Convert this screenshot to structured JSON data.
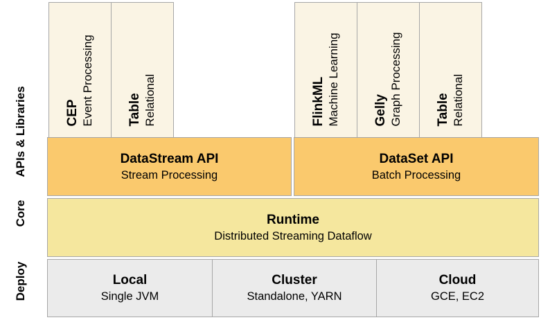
{
  "palette": {
    "column_bg": "#FAF4E4",
    "api_band_bg": "#FAC96D",
    "runtime_bg": "#F5E79E",
    "deploy_bg": "#EBEBEB",
    "border": "#A6A6A6",
    "text": "#000000"
  },
  "side_labels": [
    {
      "label": "APIs & Libraries"
    },
    {
      "label": "Core"
    },
    {
      "label": "Deploy"
    }
  ],
  "library_columns": {
    "stream_group": [
      {
        "name": "CEP",
        "desc": "Event Processing"
      },
      {
        "name": "Table",
        "desc": "Relational"
      }
    ],
    "batch_group": [
      {
        "name": "FlinkML",
        "desc": "Machine Learning"
      },
      {
        "name": "Gelly",
        "desc": "Graph Processing"
      },
      {
        "name": "Table",
        "desc": "Relational"
      }
    ]
  },
  "api_bands": [
    {
      "title": "DataStream API",
      "subtitle": "Stream Processing"
    },
    {
      "title": "DataSet API",
      "subtitle": "Batch Processing"
    }
  ],
  "core_band": {
    "title": "Runtime",
    "subtitle": "Distributed Streaming Dataflow"
  },
  "deploy_cells": [
    {
      "title": "Local",
      "subtitle": "Single JVM"
    },
    {
      "title": "Cluster",
      "subtitle": "Standalone, YARN"
    },
    {
      "title": "Cloud",
      "subtitle": "GCE, EC2"
    }
  ]
}
